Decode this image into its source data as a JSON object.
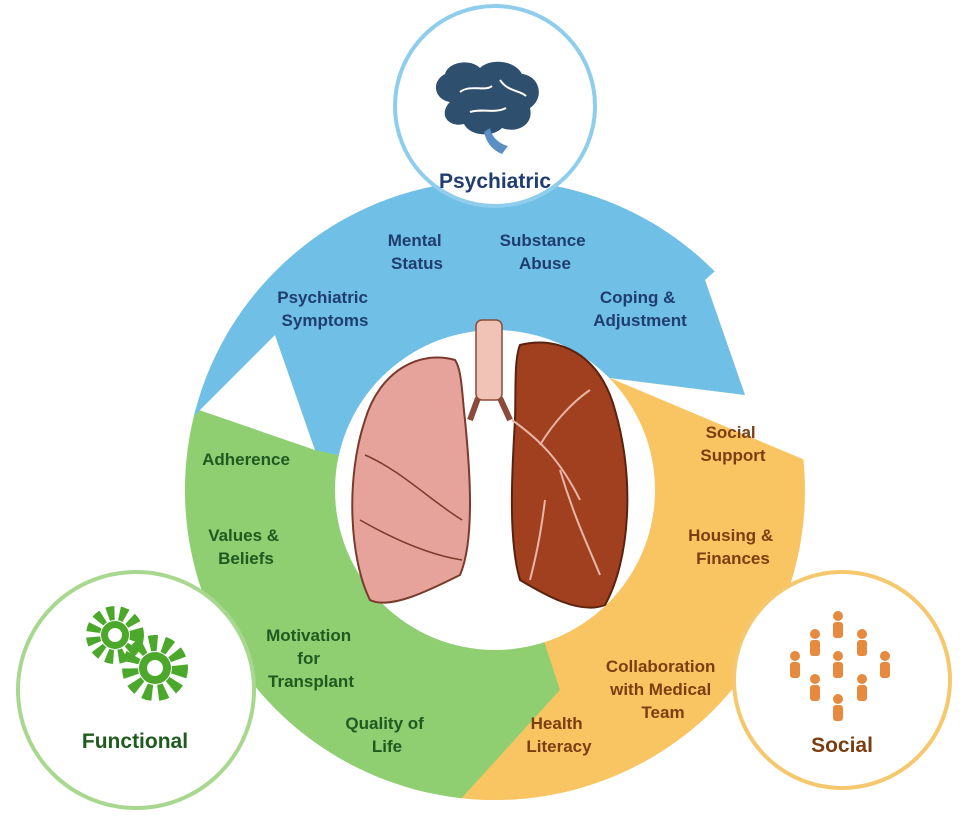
{
  "colors": {
    "psychiatric_fill": "#6fbfe6",
    "psychiatric_text": "#1f3d6e",
    "functional_fill": "#8fcf72",
    "functional_text": "#1f5a1f",
    "social_fill": "#f9c462",
    "social_text": "#7a3e10",
    "lung_left": "#e6a39b",
    "lung_right": "#a0401f",
    "trachea": "#f1c2b6",
    "brain": "#2f4f6f",
    "gear": "#4ba82b",
    "people": "#e58a3f"
  },
  "hubs": {
    "psychiatric": {
      "title": "Psychiatric",
      "icon": "brain-icon"
    },
    "functional": {
      "title": "Functional",
      "icon": "gears-icon"
    },
    "social": {
      "title": "Social",
      "icon": "people-network-icon"
    }
  },
  "psychiatric_items": {
    "mental_status": [
      "Mental",
      "Status"
    ],
    "substance_abuse": [
      "Substance",
      "Abuse"
    ],
    "psychiatric_symptoms": [
      "Psychiatric",
      "Symptoms"
    ],
    "coping_adjustment": [
      "Coping &",
      "Adjustment"
    ]
  },
  "functional_items": {
    "adherence": [
      "Adherence"
    ],
    "values_beliefs": [
      "Values &",
      "Beliefs"
    ],
    "motivation": [
      "Motivation",
      "for",
      "Transplant"
    ],
    "quality_of_life": [
      "Quality of",
      "Life"
    ]
  },
  "social_items": {
    "social_support": [
      "Social",
      "Support"
    ],
    "housing_finances": [
      "Housing &",
      "Finances"
    ],
    "collaboration": [
      "Collaboration",
      "with Medical",
      "Team"
    ],
    "health_literacy": [
      "Health",
      "Literacy"
    ]
  },
  "center": {
    "icon": "lungs-icon"
  }
}
